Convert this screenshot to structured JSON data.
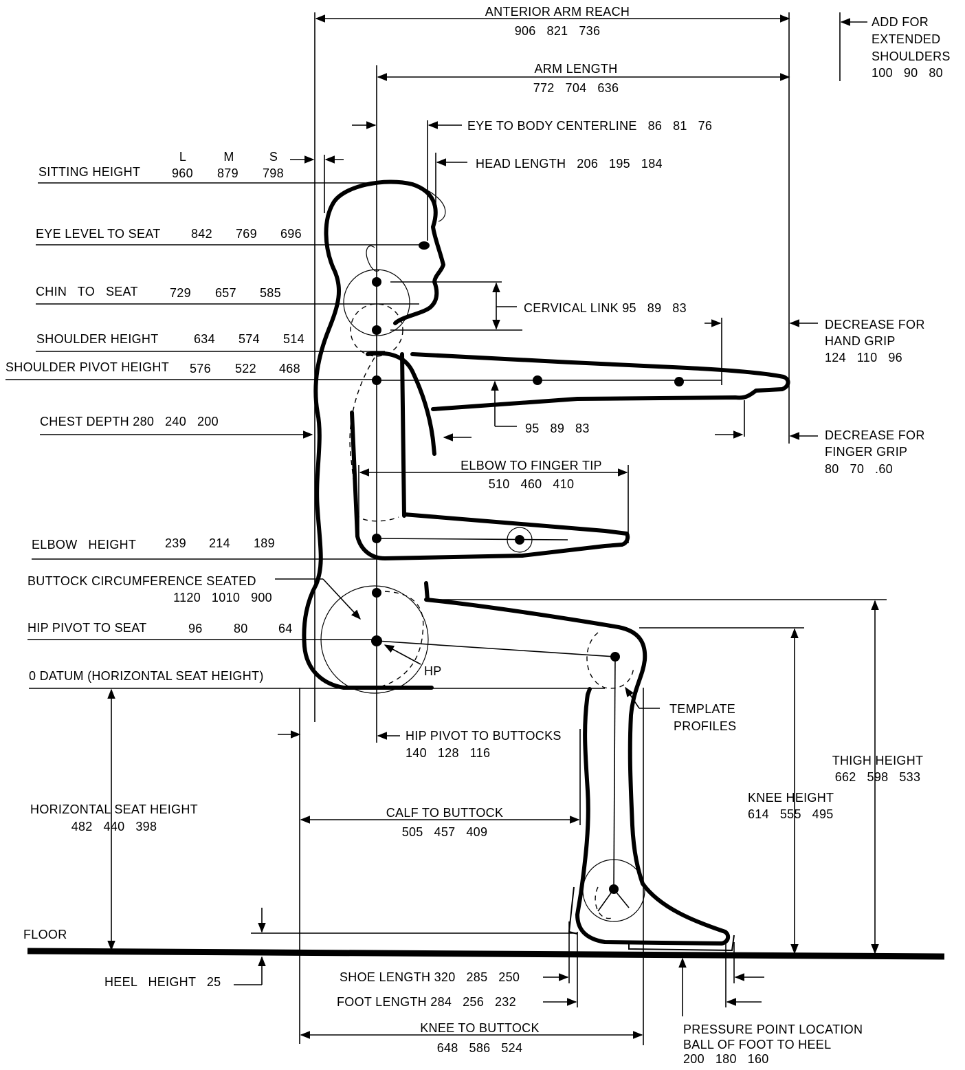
{
  "columns": {
    "l": "L",
    "m": "M",
    "s": "S"
  },
  "anterior_arm_reach": {
    "label": "ANTERIOR ARM REACH",
    "values": "906   821   736"
  },
  "extended_shoulders": {
    "line1": "ADD FOR",
    "line2": "EXTENDED",
    "line3": "SHOULDERS",
    "values": "100   90   80"
  },
  "arm_length": {
    "label": "ARM LENGTH",
    "values": "772   704   636"
  },
  "eye_to_centerline": {
    "label": "EYE TO BODY CENTERLINE   86   81   76"
  },
  "head_length": {
    "label": "HEAD LENGTH   206   195   184"
  },
  "sitting_height": {
    "label": "SITTING HEIGHT",
    "l": "960",
    "m": "879",
    "s": "798"
  },
  "eye_level_to_seat": {
    "label": "EYE LEVEL TO SEAT",
    "l": "842",
    "m": "769",
    "s": "696"
  },
  "chin_to_seat": {
    "label": "CHIN   TO   SEAT",
    "l": "729",
    "m": "657",
    "s": "585"
  },
  "cervical_link": {
    "label": "CERVICAL LINK 95   89   83"
  },
  "shoulder_height": {
    "label": "SHOULDER HEIGHT",
    "l": "634",
    "m": "574",
    "s": "514"
  },
  "shoulder_pivot_height": {
    "label": "SHOULDER PIVOT HEIGHT",
    "l": "576",
    "m": "522",
    "s": "468"
  },
  "decrease_hand_grip": {
    "line1": "DECREASE FOR",
    "line2": "HAND GRIP",
    "values": "124   110   96"
  },
  "upper_arm_link": {
    "values": "95   89   83"
  },
  "chest_depth": {
    "label": "CHEST DEPTH 280   240   200"
  },
  "decrease_finger_grip": {
    "line1": "DECREASE FOR",
    "line2": "FINGER GRIP",
    "values": "80   70   .60"
  },
  "elbow_to_finger_tip": {
    "label": "ELBOW TO FINGER TIP",
    "values": "510   460   410"
  },
  "elbow_height": {
    "label": "ELBOW   HEIGHT",
    "l": "239",
    "m": "214",
    "s": "189"
  },
  "buttock_circumference": {
    "label": "BUTTOCK CIRCUMFERENCE SEATED",
    "values": "1120   1010   900"
  },
  "hip_pivot_to_seat": {
    "label": "HIP PIVOT TO SEAT",
    "l": "96",
    "m": "80",
    "s": "64"
  },
  "hp_label": "HP",
  "zero_datum": {
    "label": "0 DATUM (HORIZONTAL SEAT HEIGHT)"
  },
  "template_profiles": {
    "line1": "TEMPLATE",
    "line2": "PROFILES"
  },
  "hip_pivot_to_buttocks": {
    "label": "HIP PIVOT TO BUTTOCKS",
    "values": "140   128   116"
  },
  "thigh_height": {
    "label": "THIGH HEIGHT",
    "values": "662   598   533"
  },
  "knee_height": {
    "label": "KNEE HEIGHT",
    "values": "614   555   495"
  },
  "horizontal_seat_height": {
    "label": "HORIZONTAL SEAT HEIGHT",
    "values": "482   440   398"
  },
  "calf_to_buttock": {
    "label": "CALF TO BUTTOCK",
    "values": "505   457   409"
  },
  "floor_label": "FLOOR",
  "heel_height": {
    "label": "HEEL   HEIGHT   25"
  },
  "shoe_length": {
    "label": "SHOE LENGTH 320   285   250"
  },
  "foot_length": {
    "label": "FOOT LENGTH 284   256   232"
  },
  "knee_to_buttock": {
    "label": "KNEE TO BUTTOCK",
    "values": "648   586   524"
  },
  "pressure_point": {
    "line1": "PRESSURE POINT LOCATION",
    "line2": "BALL OF FOOT TO HEEL",
    "values": "200   180   160"
  }
}
